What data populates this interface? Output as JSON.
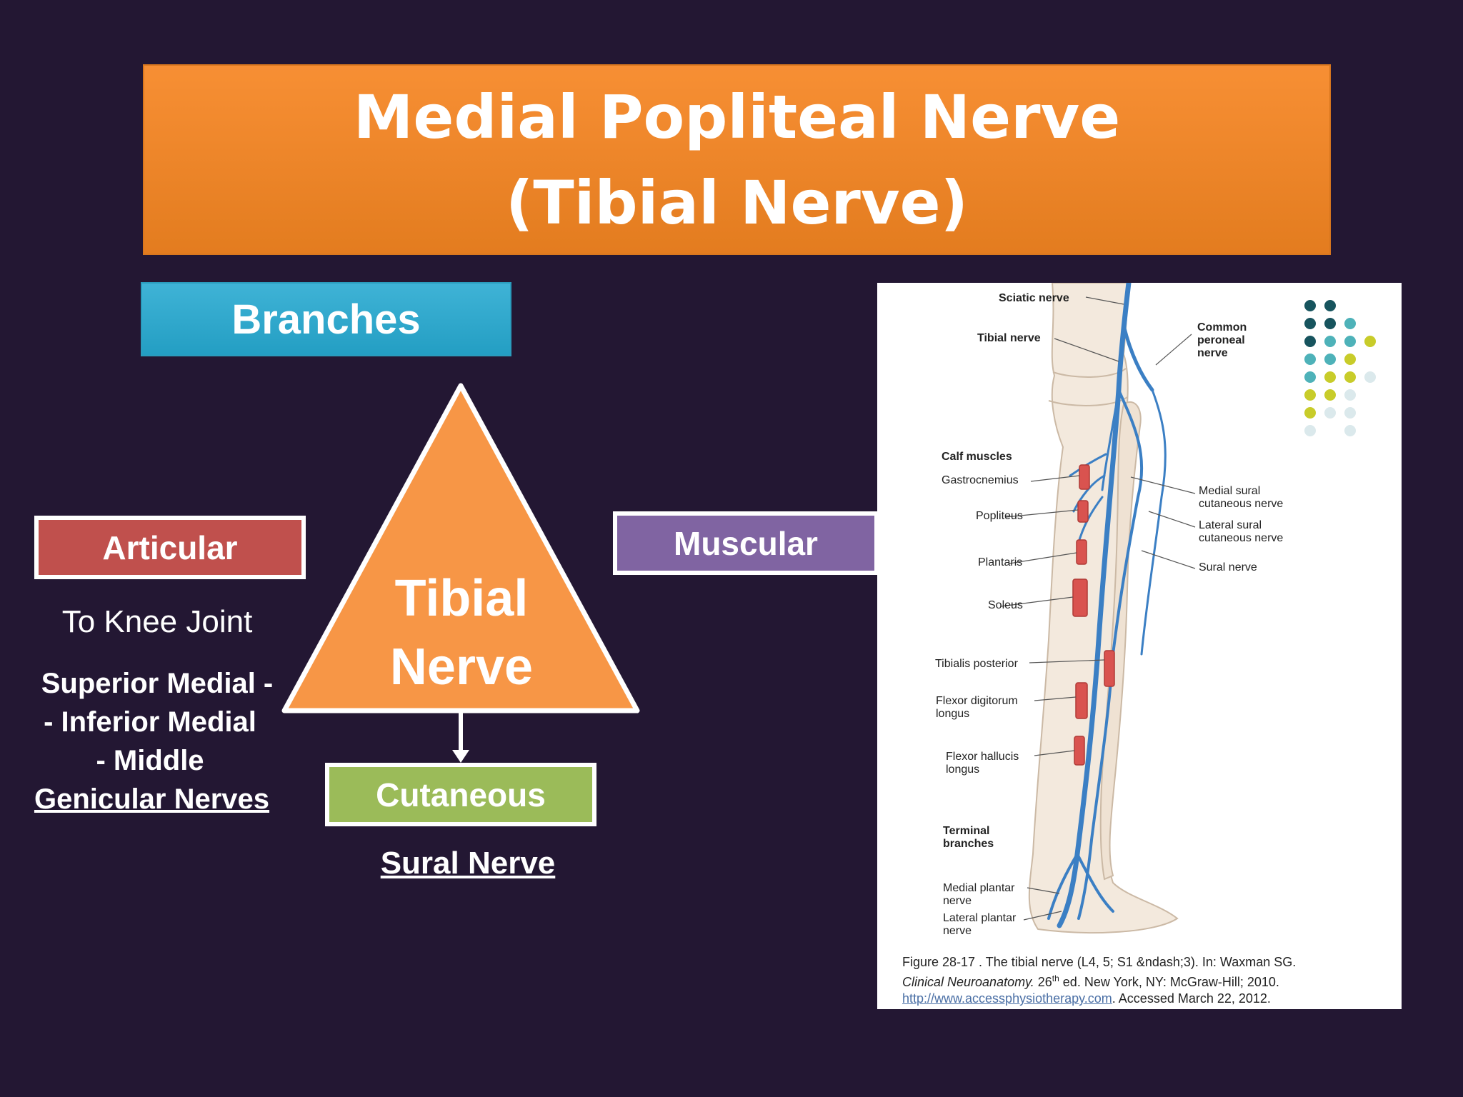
{
  "title": {
    "line1": "Medial Popliteal Nerve",
    "line2": "(Tibial Nerve)"
  },
  "branches_label": "Branches",
  "center": {
    "line1": "Tibial",
    "line2": "Nerve"
  },
  "articular": {
    "label": "Articular",
    "target": "To Knee Joint",
    "line1": "Superior Medial  -",
    "line2": "- Inferior Medial",
    "line3": "- Middle",
    "line4": "Genicular Nerves"
  },
  "muscular": {
    "label": "Muscular"
  },
  "cutaneous": {
    "label": "Cutaneous",
    "target": "Sural Nerve"
  },
  "figure": {
    "labels": {
      "sciatic": "Sciatic nerve",
      "tibial": "Tibial nerve",
      "common_peroneal_1": "Common",
      "common_peroneal_2": "peroneal",
      "common_peroneal_3": "nerve",
      "calf_muscles": "Calf muscles",
      "gastrocnemius": "Gastrocnemius",
      "popliteus": "Popliteus",
      "plantaris": "Plantaris",
      "soleus": "Soleus",
      "tibialis_posterior": "Tibialis posterior",
      "fdl_1": "Flexor digitorum",
      "fdl_2": "longus",
      "fhl_1": "Flexor hallucis",
      "fhl_2": "longus",
      "terminal_1": "Terminal",
      "terminal_2": "branches",
      "medial_plantar_1": "Medial plantar",
      "medial_plantar_2": "nerve",
      "lateral_plantar_1": "Lateral plantar",
      "lateral_plantar_2": "nerve",
      "medial_sural_1": "Medial sural",
      "medial_sural_2": "cutaneous nerve",
      "lateral_sural_1": "Lateral sural",
      "lateral_sural_2": "cutaneous nerve",
      "sural": "Sural nerve"
    },
    "caption_1": "Figure 28-17 . The tibial nerve (L4, 5; S1 &ndash;3). In: Waxman SG.",
    "caption_2a": "Clinical Neuroanatomy.",
    "caption_2b": " 26",
    "caption_2sup": "th",
    "caption_2c": " ed. New York, NY: McGraw-Hill; 2010.",
    "caption_link": "http://www.accessphysiotherapy.com",
    "caption_3": ". Accessed March 22, 2012."
  },
  "colors": {
    "background": "#231733",
    "title": "#f78f34",
    "branches": "#3fb3d6",
    "articular": "#c0504d",
    "muscular": "#8064a2",
    "cutaneous": "#9bbb59",
    "triangle": "#f79646",
    "nerve_blue": "#3b7fc4",
    "muscle_red": "#d9534f"
  }
}
